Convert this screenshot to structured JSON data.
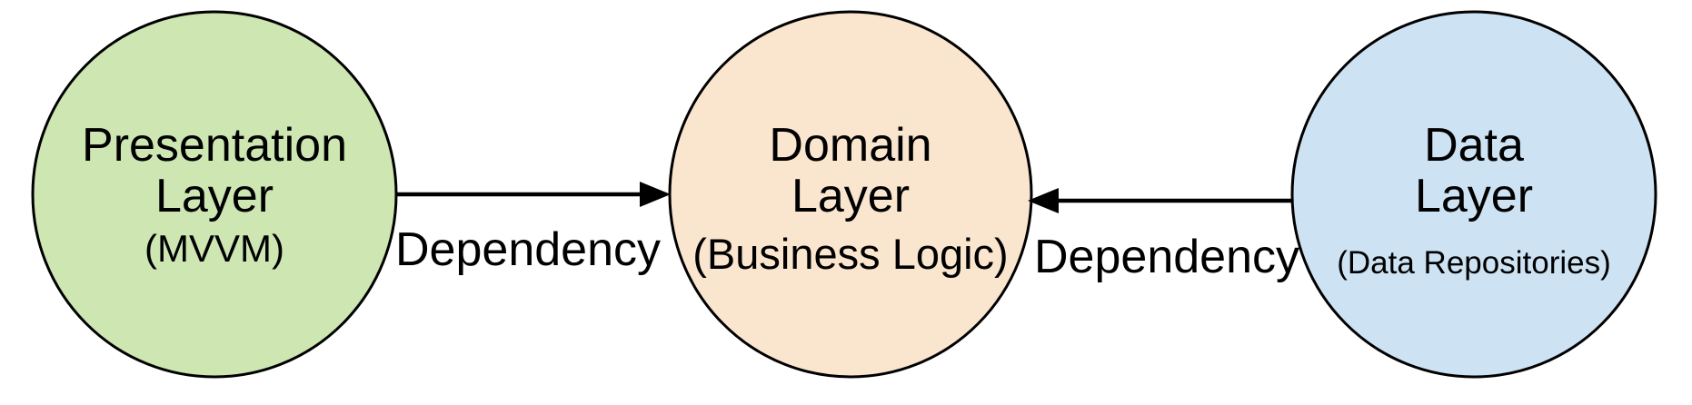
{
  "diagram": {
    "background": "#ffffff",
    "arrow_color": "#000000",
    "edge_label_color": "#97a7d1",
    "nodes": [
      {
        "id": "presentation",
        "title_line1": "Presentation",
        "title_line2": "Layer",
        "subtitle": "(MVVM)",
        "fill": "#cde6b2",
        "stroke": "#000000"
      },
      {
        "id": "domain",
        "title_line1": "Domain",
        "title_line2": "Layer",
        "subtitle": "(Business Logic)",
        "fill": "#fae5cf",
        "stroke": "#000000"
      },
      {
        "id": "data",
        "title_line1": "Data",
        "title_line2": "Layer",
        "subtitle": "(Data Repositories)",
        "fill": "#cde2f3",
        "stroke": "#000000"
      }
    ],
    "edges": [
      {
        "label": "Dependency",
        "from": "presentation",
        "to": "domain"
      },
      {
        "label": "Dependency",
        "from": "data",
        "to": "domain"
      }
    ]
  }
}
